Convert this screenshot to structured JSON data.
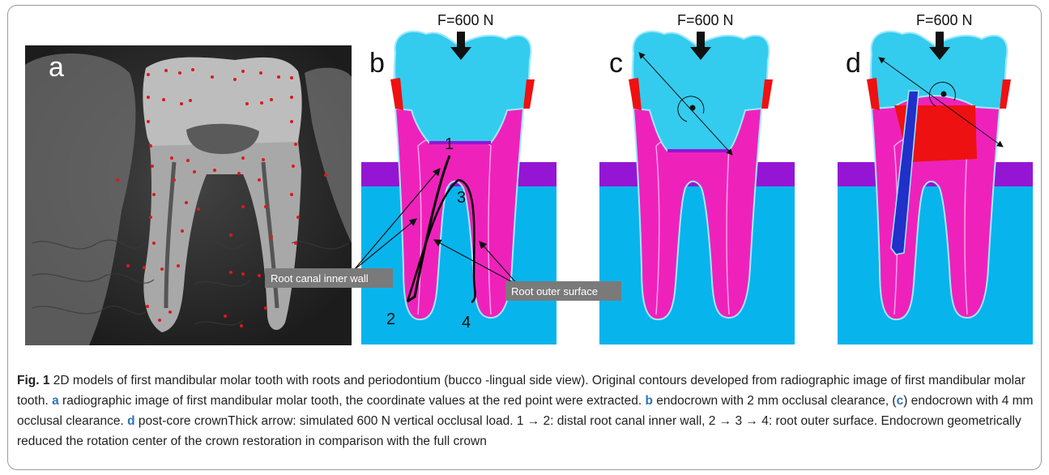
{
  "figure": {
    "panels": {
      "a": {
        "label": "a"
      },
      "b": {
        "label": "b",
        "force": "F=600 N",
        "points": {
          "p1": "1",
          "p2": "2",
          "p3": "3",
          "p4": "4"
        },
        "callouts": {
          "inner_wall": "Root canal inner wall",
          "outer_surface": "Root outer surface"
        }
      },
      "c": {
        "label": "c",
        "force": "F=600 N"
      },
      "d": {
        "label": "d",
        "force": "F=600 N"
      }
    },
    "colors": {
      "crown": "#33ccee",
      "dentin": "#ee22bb",
      "pulp_line": "#f8a0e8",
      "bone": "#08b4ec",
      "cortical": "#9416d4",
      "cement": "#c8c8c8",
      "post": "#2030c8",
      "core": "#ee1111",
      "outline": "#a0e8ff"
    }
  },
  "caption": {
    "fig_label": "Fig. 1",
    "title": "2D models of first mandibular molar tooth with roots and periodontium (bucco -lingual side view). Original contours developed from radiographic image of first mandibular molar tooth.",
    "a_label": "a",
    "a_text": "radiographic image of first mandibular molar tooth, the coordinate values at the red point were extracted.",
    "b_label": "b",
    "b_text": "endocrown with 2 mm occlusal clearance, (",
    "c_label": "c",
    "c_text": ") endocrown with 4 mm occlusal clearance.",
    "d_label": "d",
    "d_text": "post-core crownThick arrow: simulated 600 N vertical occlusal load. 1 → 2: distal root canal inner wall, 2 → 3 → 4: root outer surface. Endocrown geometrically reduced the rotation center of the crown restoration in comparison with the full crown"
  }
}
